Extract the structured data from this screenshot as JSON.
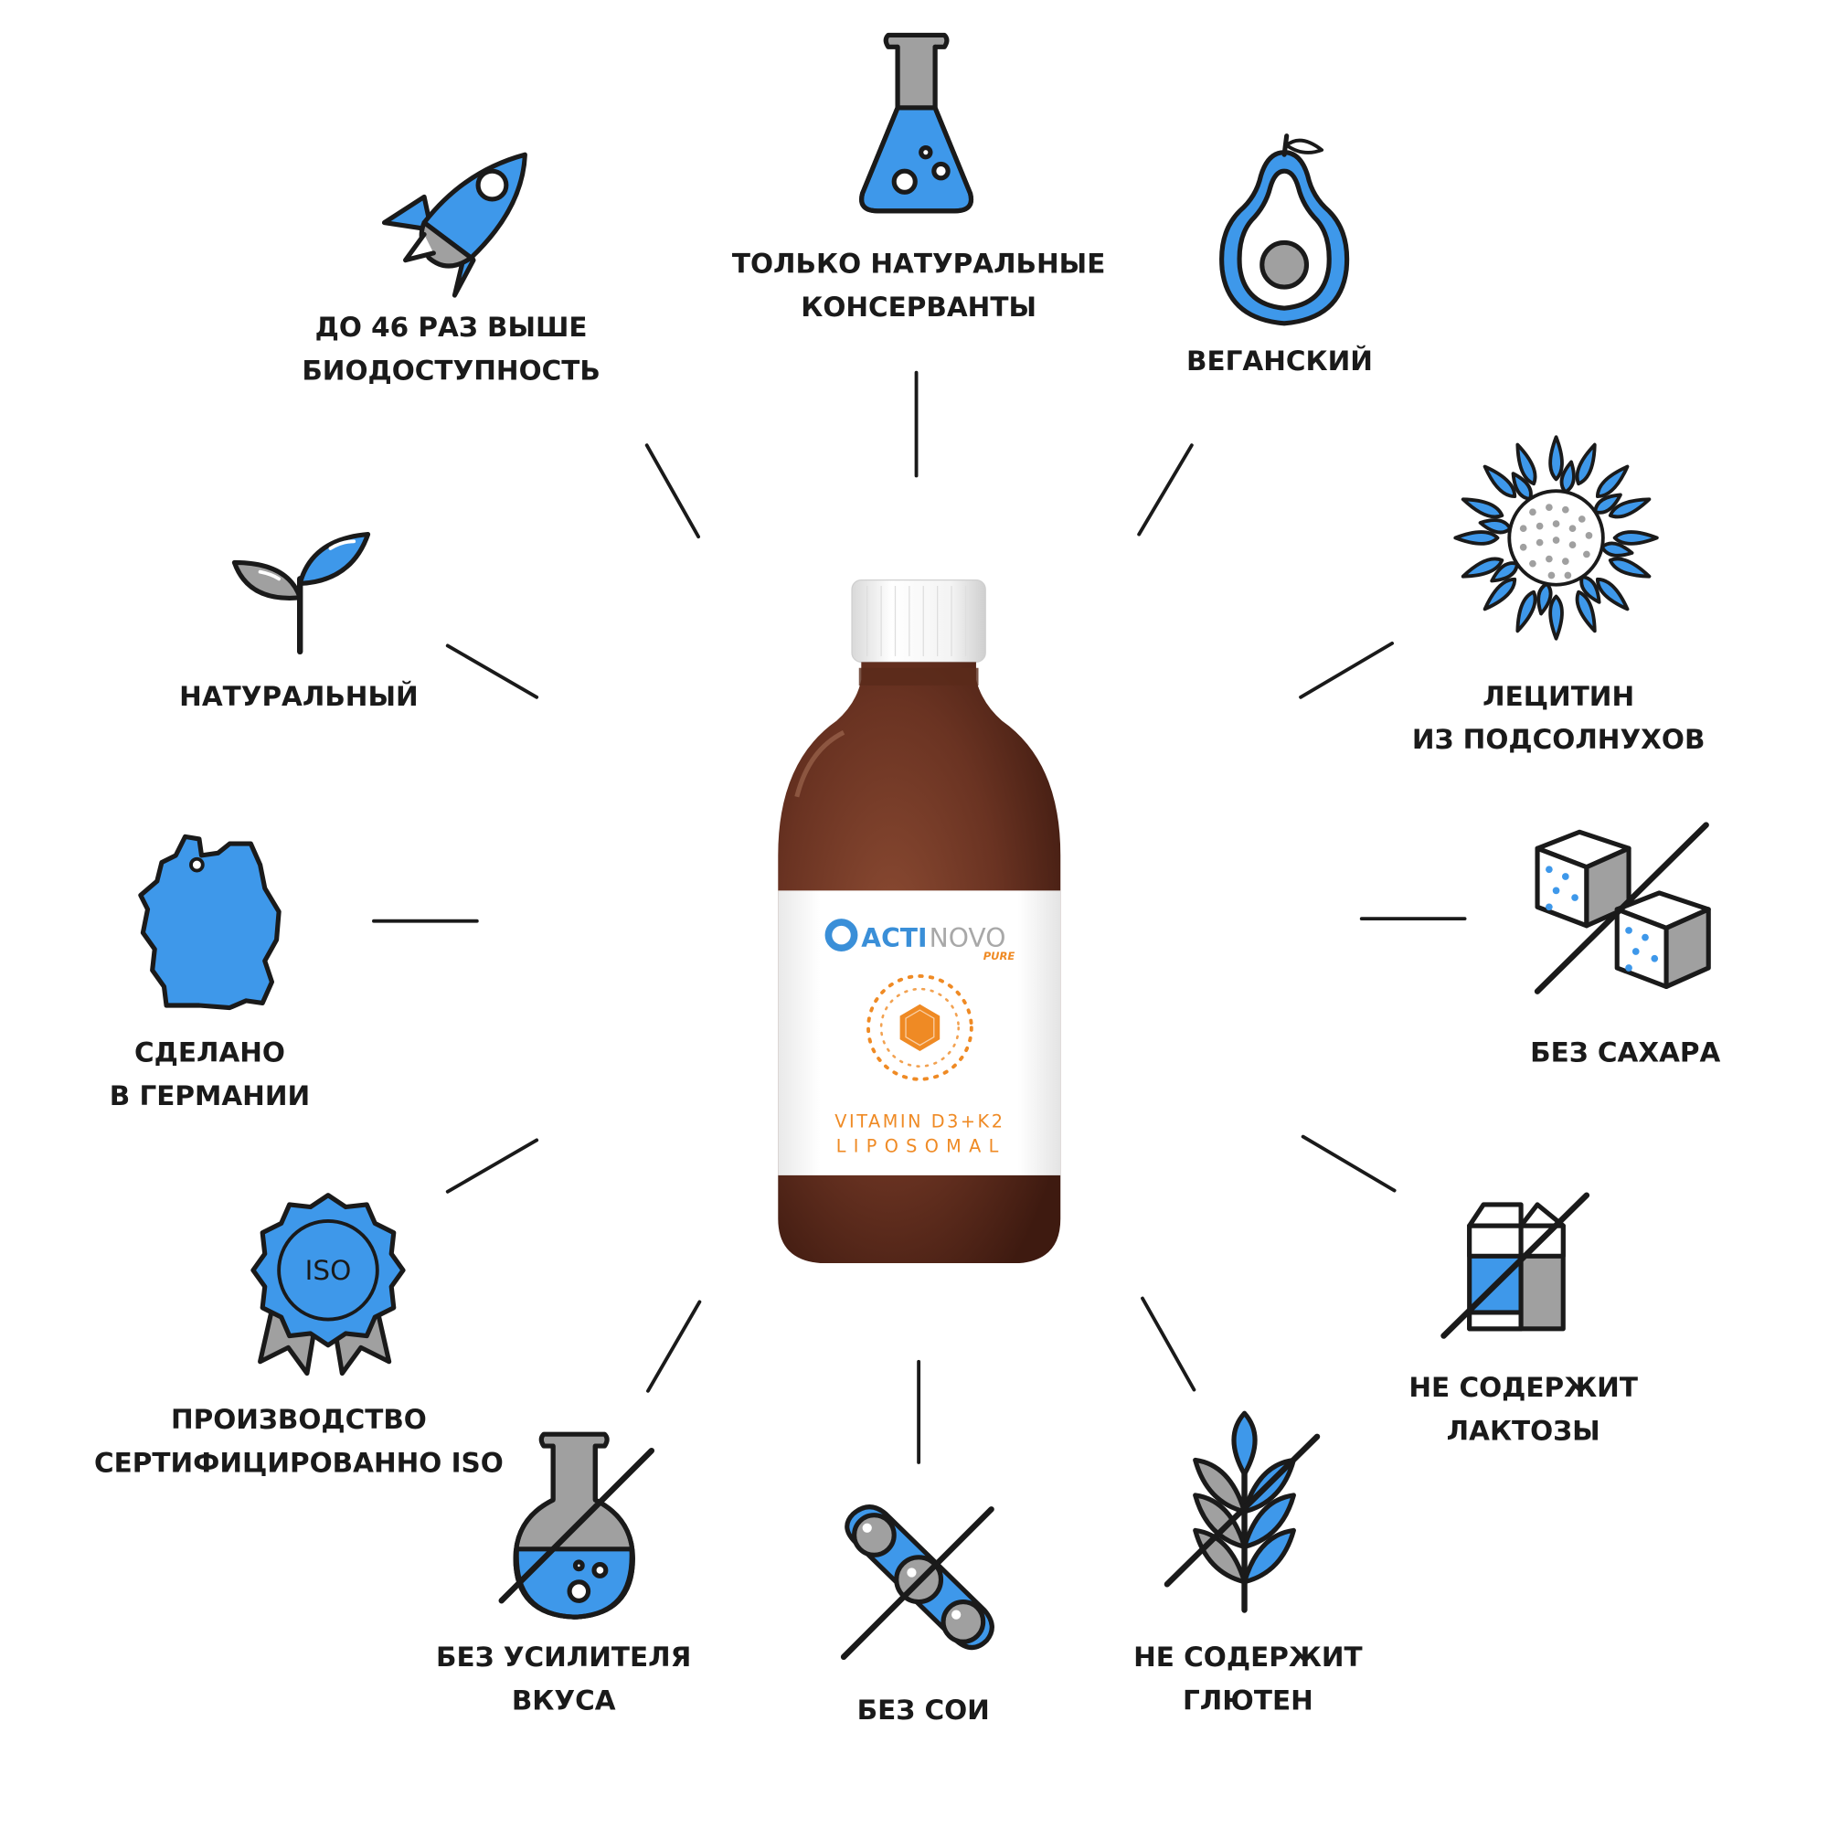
{
  "product": {
    "brand_prefix": "ACTI",
    "brand_suffix": "NOVO",
    "brand_sub": "PURE",
    "name": "VITAMIN D3+K2",
    "variant": "LIPOSOMAL"
  },
  "features": [
    {
      "icon": "flask-icon",
      "line1": "ТОЛЬКО НАТУРАЛЬНЫЕ",
      "line2": "КОНСЕРВАНТЫ"
    },
    {
      "icon": "avocado-icon",
      "line1": "ВЕГАНСКИЙ",
      "line2": ""
    },
    {
      "icon": "sunflower-icon",
      "line1": "ЛЕЦИТИН",
      "line2": "ИЗ ПОДСОЛНУХОВ"
    },
    {
      "icon": "no-sugar-icon",
      "line1": "БЕЗ САХАРА",
      "line2": ""
    },
    {
      "icon": "no-lactose-icon",
      "line1": "НЕ СОДЕРЖИТ",
      "line2": "ЛАКТОЗЫ"
    },
    {
      "icon": "no-gluten-icon",
      "line1": "НЕ СОДЕРЖИТ",
      "line2": "ГЛЮТЕН"
    },
    {
      "icon": "no-soy-icon",
      "line1": "БЕЗ СОИ",
      "line2": ""
    },
    {
      "icon": "no-flavor-enhancer-icon",
      "line1": "БЕЗ УСИЛИТЕЛЯ",
      "line2": "ВКУСА"
    },
    {
      "icon": "iso-badge-icon",
      "line1": "ПРОИЗВОДСТВО",
      "line2": "СЕРТИФИЦИРОВАННО ISO"
    },
    {
      "icon": "germany-map-icon",
      "line1": "СДЕЛАНО",
      "line2": "В ГЕРМАНИИ"
    },
    {
      "icon": "sprout-icon",
      "line1": "НАТУРАЛЬНЫЙ",
      "line2": ""
    },
    {
      "icon": "rocket-icon",
      "line1": "ДО 46 РАЗ ВЫШЕ",
      "line2": "БИОДОСТУПНОСТЬ"
    }
  ],
  "iso_badge_text": "ISO",
  "colors": {
    "accent_blue": "#3e98ea",
    "icon_gray": "#a0a0a0",
    "outline": "#1a1a1a",
    "brand_blue": "#3a8fd8",
    "orange": "#ef8a24",
    "bottle_brown": "#6a3322"
  }
}
